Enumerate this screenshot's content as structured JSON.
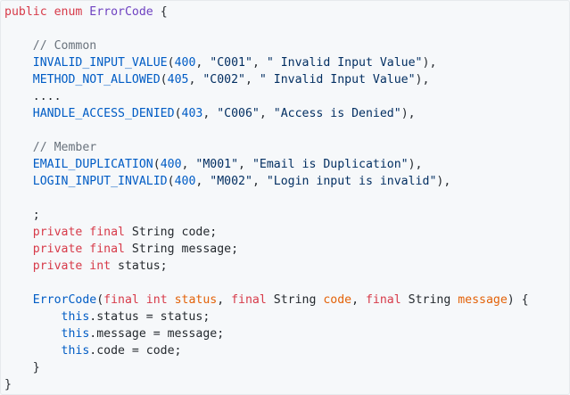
{
  "code": {
    "lines": [
      [
        {
          "t": "public enum ",
          "c": "kw"
        },
        {
          "t": "ErrorCode",
          "c": "cls"
        },
        {
          "t": " {",
          "c": ""
        }
      ],
      [],
      [
        {
          "t": "    // Common",
          "c": "cm"
        }
      ],
      [
        {
          "t": "    INVALID_INPUT_VALUE",
          "c": "id"
        },
        {
          "t": "(",
          "c": ""
        },
        {
          "t": "400",
          "c": "num"
        },
        {
          "t": ", ",
          "c": ""
        },
        {
          "t": "\"C001\"",
          "c": "str"
        },
        {
          "t": ", ",
          "c": ""
        },
        {
          "t": "\" Invalid Input Value\"",
          "c": "str"
        },
        {
          "t": "),",
          "c": ""
        }
      ],
      [
        {
          "t": "    METHOD_NOT_ALLOWED",
          "c": "id"
        },
        {
          "t": "(",
          "c": ""
        },
        {
          "t": "405",
          "c": "num"
        },
        {
          "t": ", ",
          "c": ""
        },
        {
          "t": "\"C002\"",
          "c": "str"
        },
        {
          "t": ", ",
          "c": ""
        },
        {
          "t": "\" Invalid Input Value\"",
          "c": "str"
        },
        {
          "t": "),",
          "c": ""
        }
      ],
      [
        {
          "t": "    ....",
          "c": ""
        }
      ],
      [
        {
          "t": "    HANDLE_ACCESS_DENIED",
          "c": "id"
        },
        {
          "t": "(",
          "c": ""
        },
        {
          "t": "403",
          "c": "num"
        },
        {
          "t": ", ",
          "c": ""
        },
        {
          "t": "\"C006\"",
          "c": "str"
        },
        {
          "t": ", ",
          "c": ""
        },
        {
          "t": "\"Access is Denied\"",
          "c": "str"
        },
        {
          "t": "),",
          "c": ""
        }
      ],
      [],
      [
        {
          "t": "    // Member",
          "c": "cm"
        }
      ],
      [
        {
          "t": "    EMAIL_DUPLICATION",
          "c": "id"
        },
        {
          "t": "(",
          "c": ""
        },
        {
          "t": "400",
          "c": "num"
        },
        {
          "t": ", ",
          "c": ""
        },
        {
          "t": "\"M001\"",
          "c": "str"
        },
        {
          "t": ", ",
          "c": ""
        },
        {
          "t": "\"Email is Duplication\"",
          "c": "str"
        },
        {
          "t": "),",
          "c": ""
        }
      ],
      [
        {
          "t": "    LOGIN_INPUT_INVALID",
          "c": "id"
        },
        {
          "t": "(",
          "c": ""
        },
        {
          "t": "400",
          "c": "num"
        },
        {
          "t": ", ",
          "c": ""
        },
        {
          "t": "\"M002\"",
          "c": "str"
        },
        {
          "t": ", ",
          "c": ""
        },
        {
          "t": "\"Login input is invalid\"",
          "c": "str"
        },
        {
          "t": "),",
          "c": ""
        }
      ],
      [],
      [
        {
          "t": "    ;",
          "c": ""
        }
      ],
      [
        {
          "t": "    private final ",
          "c": "kw"
        },
        {
          "t": "String code;",
          "c": ""
        }
      ],
      [
        {
          "t": "    private final ",
          "c": "kw"
        },
        {
          "t": "String message;",
          "c": ""
        }
      ],
      [
        {
          "t": "    private int ",
          "c": "kw"
        },
        {
          "t": "status;",
          "c": ""
        }
      ],
      [],
      [
        {
          "t": "    ErrorCode",
          "c": "id"
        },
        {
          "t": "(",
          "c": ""
        },
        {
          "t": "final int ",
          "c": "kw"
        },
        {
          "t": "status",
          "c": "prm"
        },
        {
          "t": ", ",
          "c": ""
        },
        {
          "t": "final ",
          "c": "kw"
        },
        {
          "t": "String ",
          "c": ""
        },
        {
          "t": "code",
          "c": "prm"
        },
        {
          "t": ", ",
          "c": ""
        },
        {
          "t": "final ",
          "c": "kw"
        },
        {
          "t": "String ",
          "c": ""
        },
        {
          "t": "message",
          "c": "prm"
        },
        {
          "t": ") {",
          "c": ""
        }
      ],
      [
        {
          "t": "        this",
          "c": "id"
        },
        {
          "t": ".status = status;",
          "c": ""
        }
      ],
      [
        {
          "t": "        this",
          "c": "id"
        },
        {
          "t": ".message = message;",
          "c": ""
        }
      ],
      [
        {
          "t": "        this",
          "c": "id"
        },
        {
          "t": ".code = code;",
          "c": ""
        }
      ],
      [
        {
          "t": "    }",
          "c": ""
        }
      ],
      [
        {
          "t": "}",
          "c": ""
        }
      ]
    ]
  }
}
